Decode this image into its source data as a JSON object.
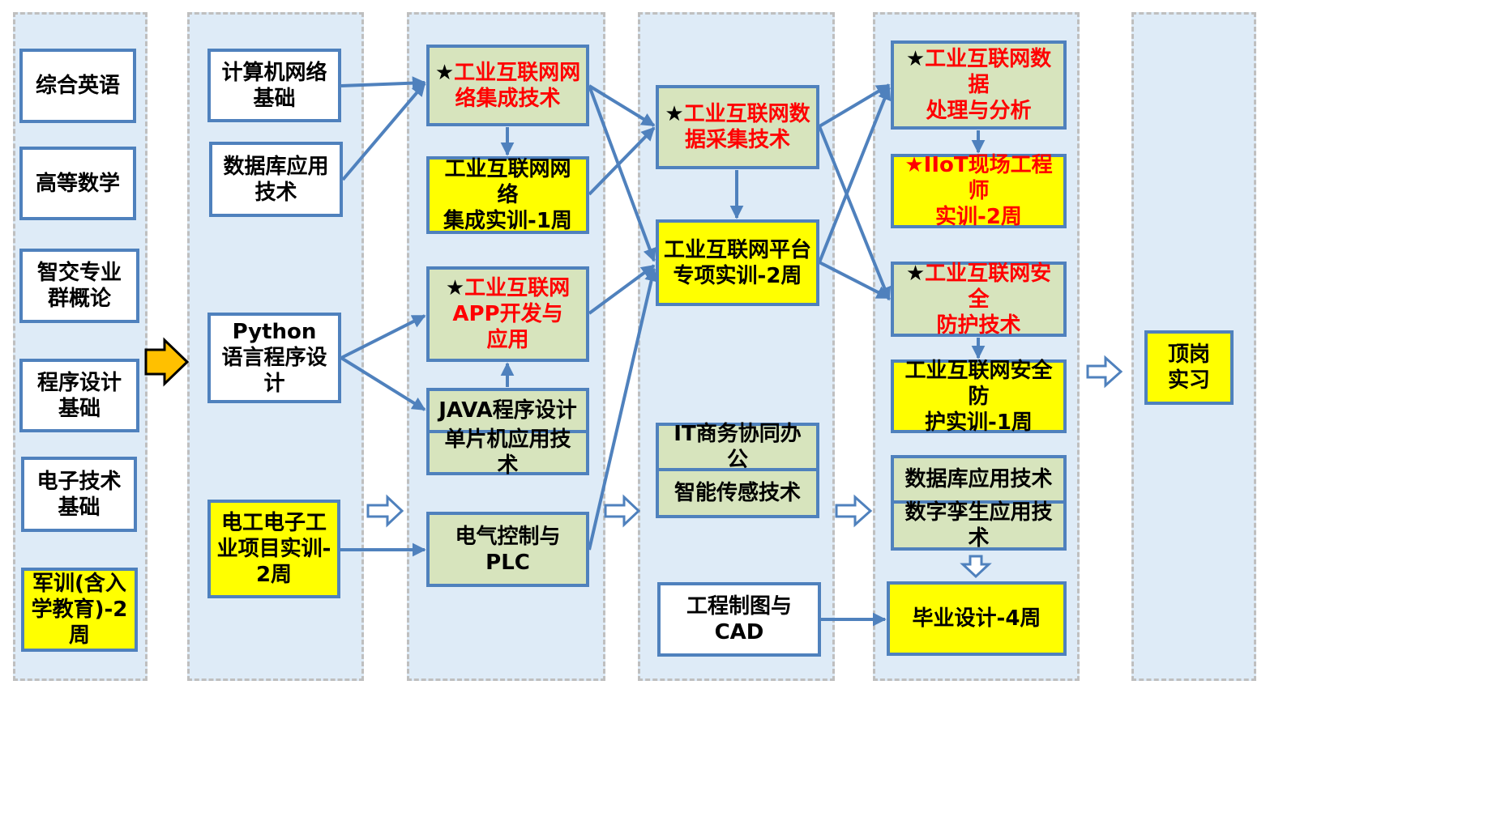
{
  "colors": {
    "line": "#4f81bd",
    "column_bg": "#deebf7",
    "highlight": "#ffff00",
    "core": "#d7e4bd",
    "core_text": "#ff0000",
    "orange_arrow": "#ffc000"
  },
  "col1": {
    "english": "综合英语",
    "math": "高等数学",
    "intro_1": "智交专业",
    "intro_2": "群概论",
    "prog_1": "程序设计",
    "prog_2": "基础",
    "elec_1": "电子技术",
    "elec_2": "基础",
    "military_1": "军训(含入",
    "military_2": "学教育)-2",
    "military_3": "周"
  },
  "col2": {
    "network_1": "计算机网络",
    "network_2": "基础",
    "database_1": "数据库应用",
    "database_2": "技术",
    "python_1": "Python",
    "python_2": "语言程序设",
    "python_3": "计",
    "electrician_1": "电工电子工",
    "electrician_2": "业项目实训-",
    "electrician_3": "2周"
  },
  "col3": {
    "star": "★",
    "iin_1": "工业互联网网",
    "iin_2": "络集成技术",
    "iin_training_1": "工业互联网网络",
    "iin_training_2": "集成实训-1周",
    "app_1": "工业互联网",
    "app_2": "APP开发与",
    "app_3": "应用",
    "java": "JAVA程序设计",
    "mcu": "单片机应用技术",
    "plc": "电气控制与PLC"
  },
  "col4": {
    "star": "★",
    "collect_1": "工业互联网数",
    "collect_2": "据采集技术",
    "platform_1": "工业互联网平台",
    "platform_2": "专项实训-2周",
    "it_office": "IT商务协同办公",
    "sensor": "智能传感技术",
    "cad": "工程制图与CAD"
  },
  "col5": {
    "star": "★",
    "data_analysis_1": "工业互联网数据",
    "data_analysis_2": "处理与分析",
    "iiot_1": "IIoT现场工程师",
    "iiot_2": "实训-2周",
    "security_1": "工业互联网安全",
    "security_2": "防护技术",
    "security_training_1": "工业互联网安全防",
    "security_training_2": "护实训-1周",
    "db_tech": "数据库应用技术",
    "twin": "数字孪生应用技术",
    "thesis": "毕业设计-4周"
  },
  "col6": {
    "internship_1": "顶岗",
    "internship_2": "实习"
  }
}
